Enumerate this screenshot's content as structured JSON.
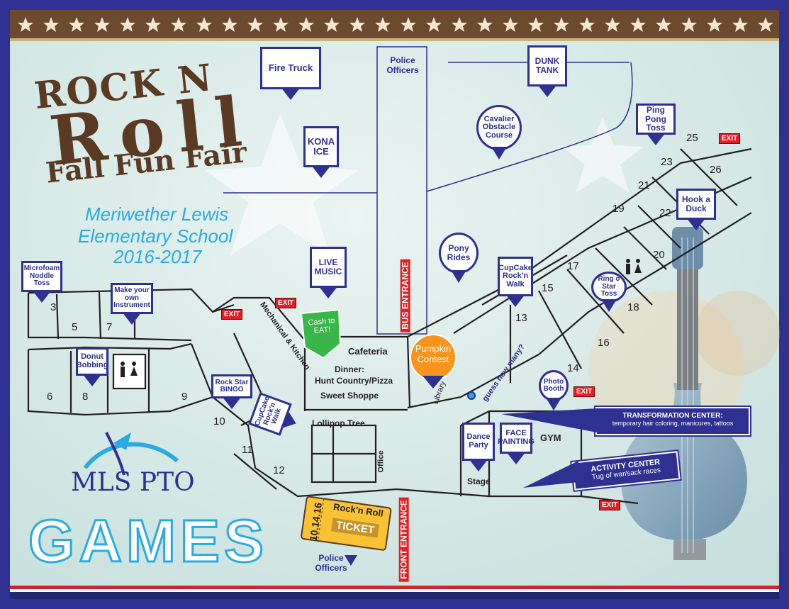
{
  "title": {
    "line1": "ROCK N",
    "line2": "Roll",
    "line3": "Fall Fun Fair"
  },
  "school": {
    "line1": "Meriwether Lewis",
    "line2": "Elementary School",
    "line3": "2016-2017"
  },
  "logo": {
    "text": "MLS PTO"
  },
  "games_heading": "GAMES",
  "ticket": {
    "date": "10.14.16",
    "line1": "Rock'n Roll",
    "line2": "TICKET"
  },
  "pins": {
    "fire_truck": "Fire Truck",
    "police_top": "Police Officers",
    "dunk_tank": "DUNK TANK",
    "cavalier": "Cavalier Obstacle Course",
    "ping_pong": "Ping Pong Toss",
    "kona_ice": "KONA ICE",
    "hook_duck": "Hook a Duck",
    "pony_rides": "Pony Rides",
    "live_music": "LIVE MUSIC",
    "cupcake_walk_1": "CupCake Rock'n Walk",
    "ring_star": "Ring o Star Toss",
    "microfoam": "Microfoam Noddle Toss",
    "make_instrument": "Make your own Instrument",
    "cash_to_eat": "Cash to EAT!",
    "pumpkin": "Pumpkin Contest",
    "donut": "Donut Bobbing",
    "rock_star_bingo": "Rock Star BINGO",
    "cupcake_walk_2": "CupCake Rock'n Walk",
    "photo_booth": "Photo Booth",
    "dance_party": "Dance Party",
    "face_painting": "FACE PAINTING",
    "police_bottom": "Police Officers"
  },
  "callouts": {
    "transformation_title": "TRANSFORMATION CENTER:",
    "transformation_desc": "temporary hair coloring, manicures, tattoos",
    "activity_title": "ACTIVITY CENTER",
    "activity_desc": "Tug of war/sack races"
  },
  "labels": {
    "cafeteria": "Cafeteria",
    "dinner": "Dinner:",
    "hunt_country": "Hunt Country/Pizza",
    "sweet_shoppe": "Sweet Shoppe",
    "mechanical": "Mechanical & Kitchen",
    "lollipop": "Lollipop Tree",
    "office": "Office",
    "library": "Library",
    "guess": "guess how many?",
    "gym": "GYM",
    "stage": "Stage",
    "bus_entrance": "BUS ENTRANCE",
    "front_entrance": "FRONT ENTRANCE",
    "exit": "EXIT"
  },
  "rooms": [
    "3",
    "5",
    "7",
    "6",
    "8",
    "9",
    "10",
    "11",
    "12",
    "13",
    "14",
    "15",
    "16",
    "17",
    "18",
    "19",
    "20",
    "21",
    "22",
    "23",
    "25",
    "26"
  ],
  "colors": {
    "frame": "#2e3092",
    "title_brown": "#5a3a22",
    "pin_blue": "#2e3092",
    "exit_red": "#e31e24",
    "pumpkin": "#f7941d",
    "cash_green": "#39b54a",
    "script_blue": "#29abe2"
  }
}
